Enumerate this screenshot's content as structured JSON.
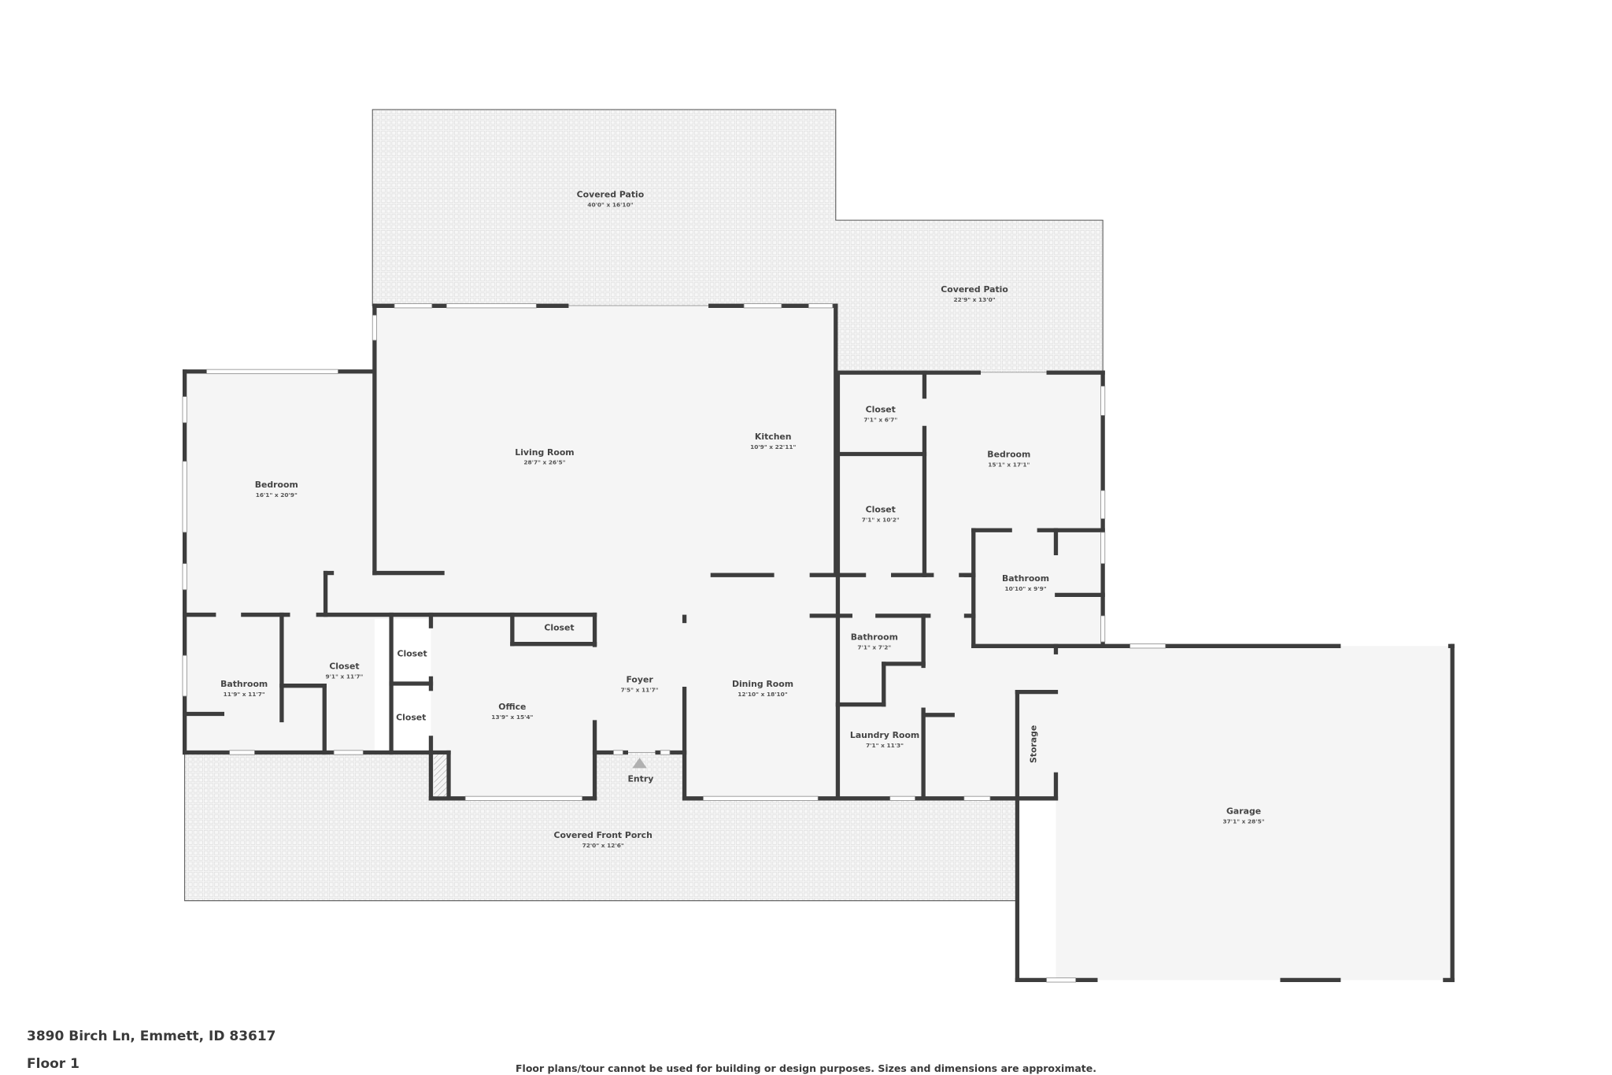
{
  "footer": {
    "address": "3890 Birch Ln, Emmett, ID 83617",
    "floor": "Floor 1",
    "disclaimer": "Floor plans/tour cannot be used for building or design purposes. Sizes and dimensions are approximate."
  },
  "colors": {
    "wall": "#3d3d3d",
    "floor_fill": "#f5f5f5",
    "outdoor_fill": "#f2f2f2",
    "outdoor_pattern": "#e0e0e0",
    "label": "#444444",
    "entry_arrow": "#b0b0b0"
  },
  "rooms": {
    "covered_patio_1": {
      "name": "Covered Patio",
      "dims": "40'0\" x 16'10\""
    },
    "covered_patio_2": {
      "name": "Covered Patio",
      "dims": "22'9\" x 13'0\""
    },
    "living_room": {
      "name": "Living Room",
      "dims": "28'7\" x 26'5\""
    },
    "kitchen": {
      "name": "Kitchen",
      "dims": "10'9\" x 22'11\""
    },
    "bedroom_west": {
      "name": "Bedroom",
      "dims": "16'1\" x 20'9\""
    },
    "closet_ne_1": {
      "name": "Closet",
      "dims": "7'1\" x 6'7\""
    },
    "closet_ne_2": {
      "name": "Closet",
      "dims": "7'1\" x 10'2\""
    },
    "bedroom_east": {
      "name": "Bedroom",
      "dims": "15'1\" x 17'1\""
    },
    "bathroom_east": {
      "name": "Bathroom",
      "dims": "10'10\" x 9'9\""
    },
    "bathroom_west": {
      "name": "Bathroom",
      "dims": "11'9\" x 11'7\""
    },
    "closet_west": {
      "name": "Closet",
      "dims": "9'1\" x 11'7\""
    },
    "closet_small_1": {
      "name": "Closet",
      "dims": ""
    },
    "closet_small_2": {
      "name": "Closet",
      "dims": ""
    },
    "closet_office": {
      "name": "Closet",
      "dims": ""
    },
    "office": {
      "name": "Office",
      "dims": "13'9\" x 15'4\""
    },
    "foyer": {
      "name": "Foyer",
      "dims": "7'5\" x 11'7\""
    },
    "dining_room": {
      "name": "Dining Room",
      "dims": "12'10\" x 18'10\""
    },
    "bathroom_mid": {
      "name": "Bathroom",
      "dims": "7'1\" x 7'2\""
    },
    "laundry_room": {
      "name": "Laundry Room",
      "dims": "7'1\" x 11'3\""
    },
    "storage": {
      "name": "Storage",
      "dims": ""
    },
    "garage": {
      "name": "Garage",
      "dims": "37'1\" x 28'5\""
    },
    "covered_front_porch": {
      "name": "Covered Front Porch",
      "dims": "72'0\" x 12'6\""
    },
    "entry": {
      "name": "Entry",
      "dims": ""
    }
  }
}
